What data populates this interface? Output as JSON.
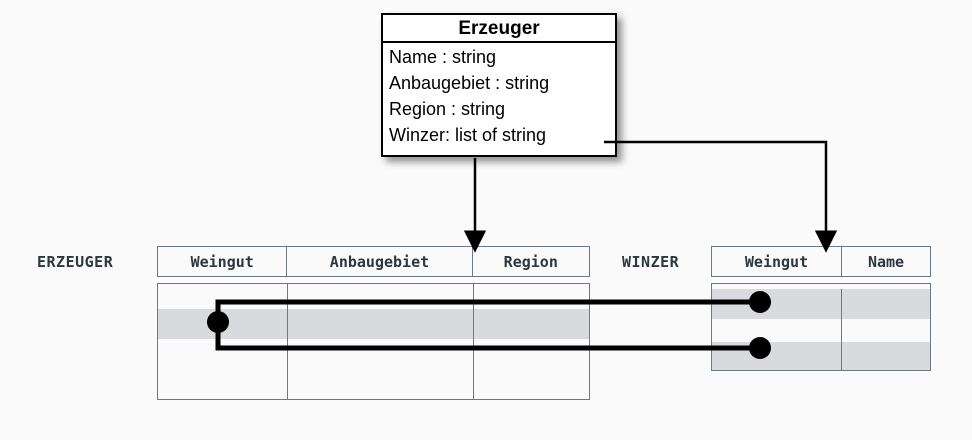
{
  "diagram": {
    "title": "Erzeuger class to relational tables mapping",
    "background_color": "#fafafa",
    "shaded_row_color": "#d9dadd",
    "grid_line_color": "#6c7a80",
    "connector_color": "#000000"
  },
  "uml_class": {
    "name": "Erzeuger",
    "attributes": [
      "Name : string",
      "Anbaugebiet : string",
      "Region : string",
      "Winzer: list of string"
    ]
  },
  "tables": [
    {
      "label": "ERZEUGER",
      "columns": [
        "Weingut",
        "Anbaugebiet",
        "Region"
      ],
      "rows": [
        {
          "shaded": false,
          "cells": [
            "",
            "",
            ""
          ]
        },
        {
          "shaded": true,
          "cells": [
            "",
            "",
            ""
          ]
        },
        {
          "shaded": false,
          "cells": [
            "",
            "",
            ""
          ]
        },
        {
          "shaded": false,
          "cells": [
            "",
            "",
            ""
          ]
        }
      ]
    },
    {
      "label": "WINZER",
      "columns": [
        "Weingut",
        "Name"
      ],
      "rows": [
        {
          "shaded": true,
          "cells": [
            "",
            ""
          ]
        },
        {
          "shaded": false,
          "cells": [
            "",
            ""
          ]
        },
        {
          "shaded": true,
          "cells": [
            "",
            ""
          ]
        }
      ]
    }
  ],
  "connectors": [
    {
      "name": "attributes-to-erzeuger-arrow",
      "from": "Erzeuger class box (bottom)",
      "to": "ERZEUGER table header",
      "style": "solid arrow"
    },
    {
      "name": "winzer-attribute-to-winzer-arrow",
      "from": "Winzer: list of string attribute",
      "to": "WINZER table Weingut column",
      "style": "elbow arrow"
    },
    {
      "name": "erzeuger-row-to-winzer-rows-link",
      "from": "ERZEUGER shaded row (Weingut)",
      "to": "WINZER shaded rows (Weingut)",
      "style": "thick elbow with endpoint dots"
    }
  ]
}
